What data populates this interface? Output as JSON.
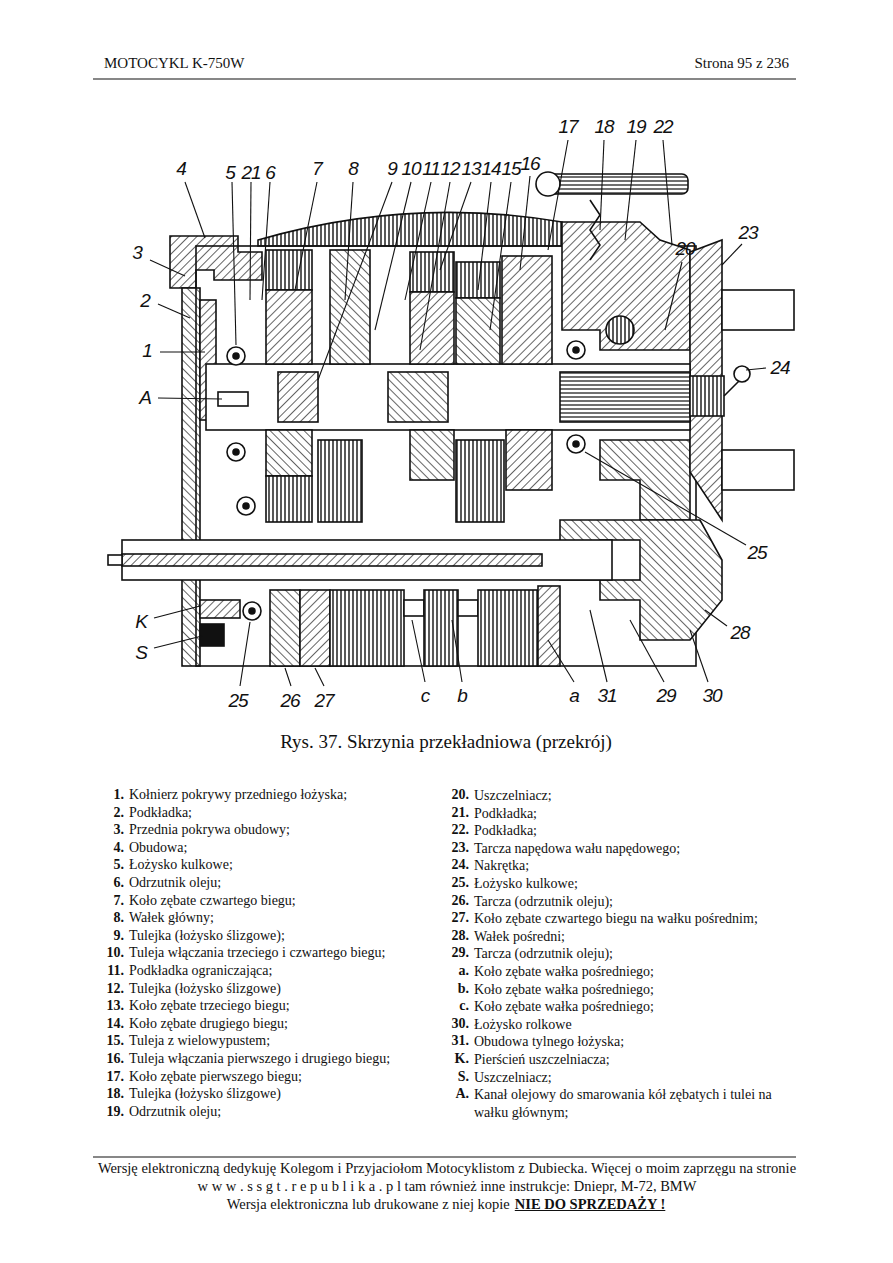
{
  "diagram": {
    "caption": "Rys. 37. Skrzynia przekładniowa (przekrój)",
    "labels": [
      "MOTOCYKL  K-750W",
      "Strona 95 z 236",
      "17",
      "18",
      "19",
      "22",
      "4",
      "5",
      "21",
      "6",
      "7",
      "8",
      "9",
      "10",
      "11",
      "12",
      "13",
      "14",
      "15",
      "16",
      "23",
      "3",
      "20",
      "2",
      "1",
      "A",
      "24",
      "25",
      "K",
      "S",
      "28",
      "25",
      "26",
      "27",
      "c",
      "b",
      "a",
      "31",
      "29",
      "30",
      "1.",
      "Kołnierz pokrywy przedniego łożyska;",
      "2.",
      "Podkładka;",
      "3.",
      "Przednia pokrywa obudowy;",
      "4.",
      "Obudowa;",
      "5.",
      "Łożysko kulkowe;",
      "6.",
      "Odrzutnik oleju;",
      "7.",
      "Koło zębate czwartego biegu;",
      "8.",
      "Wałek główny;",
      "9.",
      "Tulejka (łożysko ślizgowe);",
      "10.",
      "Tuleja włączania trzeciego i czwartego biegu;",
      "11.",
      "Podkładka ograniczająca;",
      "12.",
      "Tulejka (łożysko ślizgowe)",
      "13.",
      "Koło zębate trzeciego biegu;",
      "14.",
      "Koło zębate drugiego biegu;",
      "15.",
      "Tuleja z wielowypustem;",
      "16.",
      "Tuleja włączania pierwszego i drugiego biegu;",
      "17.",
      "Koło zębate pierwszego biegu;",
      "18.",
      "Tulejka (łożysko ślizgowe)",
      "19.",
      "Odrzutnik oleju;",
      "20.",
      "Uszczelniacz;",
      "21.",
      "Podkładka;",
      "22.",
      "Podkładka;",
      "23.",
      "Tarcza napędowa wału napędowego;",
      "24.",
      "Nakrętka;",
      "25.",
      "Łożysko kulkowe;",
      "26.",
      "Tarcza (odrzutnik oleju);",
      "27.",
      "Koło zębate czwartego biegu na wałku pośrednim;",
      "28.",
      "Wałek pośredni;",
      "29.",
      "Tarcza (odrzutnik oleju);",
      "a.",
      "Koło zębate wałka pośredniego;",
      "b.",
      "Koło zębate wałka pośredniego;",
      "c.",
      "Koło zębate wałka pośredniego;",
      "30.",
      "Łożysko rolkowe",
      "31.",
      "Obudowa tylnego łożyska;",
      "K.",
      "Pierścień uszczelniacza;",
      "S.",
      "Uszczelniacz;",
      "A.",
      "Kanał olejowy do smarowania kół zębatych i tulei na wałku głównym;",
      "Wersję elektroniczną dedykuję Kolegom i Przyjaciołom Motocyklistom z Dubiecka. Więcej o moim zaprzęgu na stronie  w w w . s s g t . r e p u b l i k a . p l  tam również inne instrukcje: Dniepr, M-72, BMW",
      "Wersja elektroniczna lub drukowane z niej kopie",
      "NIE DO SPRZEDAŻY !"
    ]
  }
}
